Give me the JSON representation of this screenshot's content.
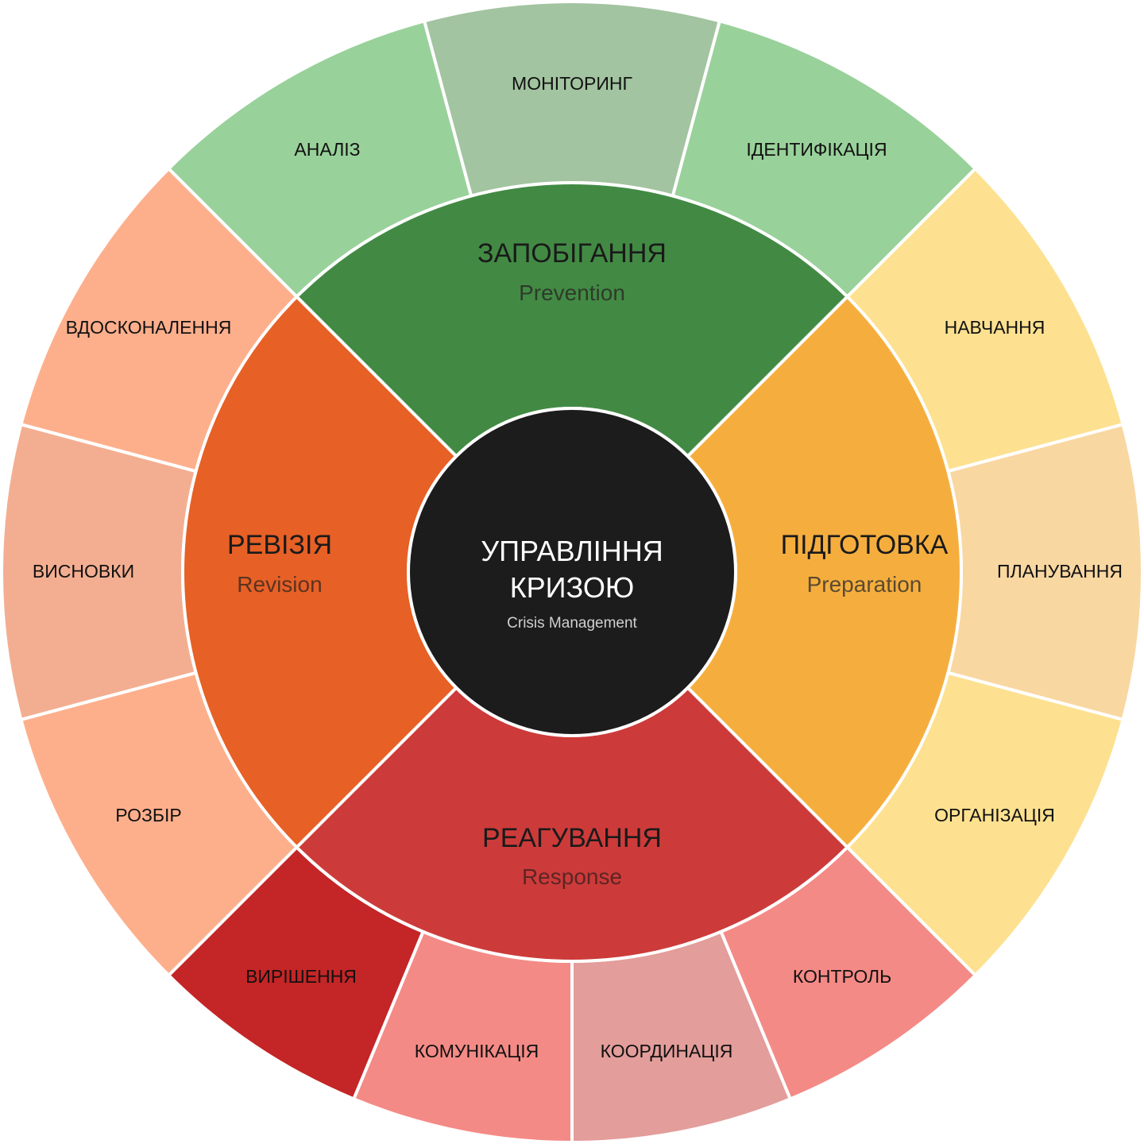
{
  "center": {
    "title_line1": "УПРАВЛІННЯ",
    "title_line2": "КРИЗОЮ",
    "subtitle": "Crisis Management",
    "color": "#1c1c1c"
  },
  "phases": [
    {
      "id": "prevention",
      "title": "ЗАПОБІГАННЯ",
      "subtitle": "Prevention",
      "color": "#428a44",
      "subtitle_color": "#2e3b2a",
      "items": [
        {
          "label": "АНАЛІЗ",
          "color": "#99d19a"
        },
        {
          "label": "МОНІТОРИНГ",
          "color": "#a2c4a0"
        },
        {
          "label": "ІДЕНТИФІКАЦІЯ",
          "color": "#99d19a"
        }
      ]
    },
    {
      "id": "preparation",
      "title": "ПІДГОТОВКА",
      "subtitle": "Preparation",
      "color": "#f5ae3e",
      "subtitle_color": "#5a4a30",
      "items": [
        {
          "label": "НАВЧАННЯ",
          "color": "#fde190"
        },
        {
          "label": "ПЛАНУВАННЯ",
          "color": "#f9d7a1"
        },
        {
          "label": "ОРГАНІЗАЦІЯ",
          "color": "#fde190"
        }
      ]
    },
    {
      "id": "response",
      "title": "РЕАГУВАННЯ",
      "subtitle": "Response",
      "color": "#cc3b3a",
      "subtitle_color": "#5e2424",
      "items": [
        {
          "label": "КОНТРОЛЬ",
          "color": "#f48a86"
        },
        {
          "label": "КООРДИНАЦІЯ",
          "color": "#e39d9a"
        },
        {
          "label": "КОМУНІКАЦІЯ",
          "color": "#f48a86"
        },
        {
          "label": "ВИРІШЕННЯ",
          "color": "#c42526"
        }
      ]
    },
    {
      "id": "revision",
      "title": "РЕВІЗІЯ",
      "subtitle": "Revision",
      "color": "#e76026",
      "subtitle_color": "#5c3320",
      "items": [
        {
          "label": "РОЗБІР",
          "color": "#fdaf8c"
        },
        {
          "label": "ВИСНОВКИ",
          "color": "#f3ae91"
        },
        {
          "label": "ВДОСКОНАЛЕННЯ",
          "color": "#fdaf8c"
        }
      ]
    }
  ]
}
